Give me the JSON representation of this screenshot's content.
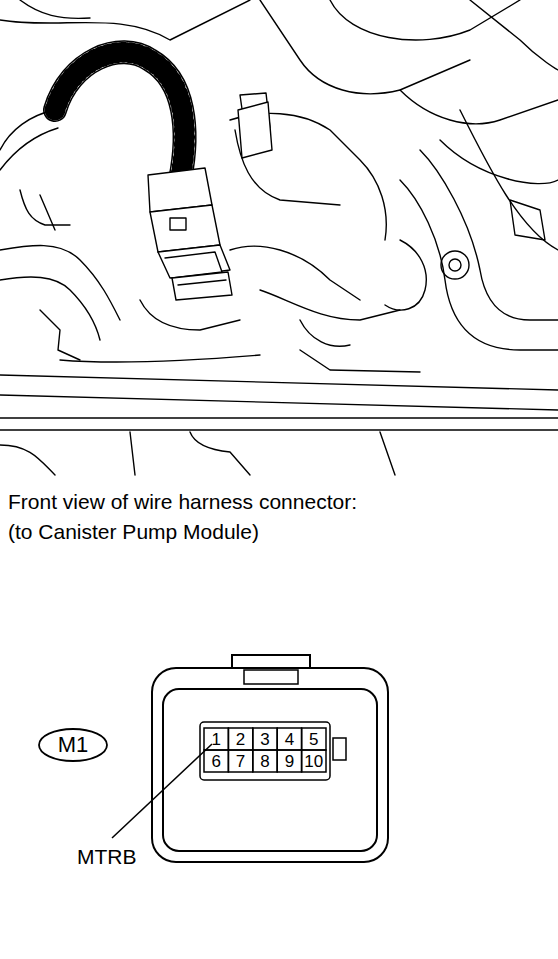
{
  "diagram": {
    "nodes": [
      {
        "text": [
          "M1"
        ]
      }
    ],
    "labels": [
      "Front view of wire harness connector:",
      "(to Canister Pump Module)",
      "1",
      "2",
      "3",
      "4",
      "5",
      "6",
      "7",
      "8",
      "9",
      "10",
      "MTRB"
    ]
  }
}
